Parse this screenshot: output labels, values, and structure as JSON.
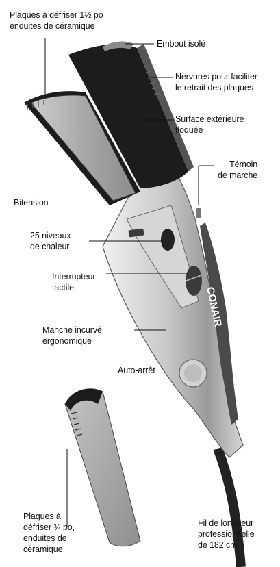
{
  "labels": {
    "plates_wide": "Plaques à défriser 1½ po\nenduites de céramique",
    "tip": "Embout isolé",
    "ribs": "Nervures pour faciliter\nle retrait des plaques",
    "flocked": "Surface extérieure\nfloquée",
    "power_light": "Témoin\nde marche",
    "dual_voltage": "Bitension",
    "heat_levels": "25 niveaux\nde chaleur",
    "touch_switch": "Interrupteur\ntactile",
    "handle": "Manche incurvé\nergonomique",
    "auto_off": "Auto-arrêt",
    "plates_narrow": "Plaques à\ndéfriser ¾ po,\nenduites de\ncéramique",
    "cord": "Fil de longueur\nprofessionnelle\nde 182 cm"
  },
  "brand": "CONAIR",
  "colors": {
    "plate_black": "#1c1c1c",
    "silver_light": "#e2e2e2",
    "silver_dark": "#7d7d7d",
    "grip_gray": "#4a4a4a"
  }
}
